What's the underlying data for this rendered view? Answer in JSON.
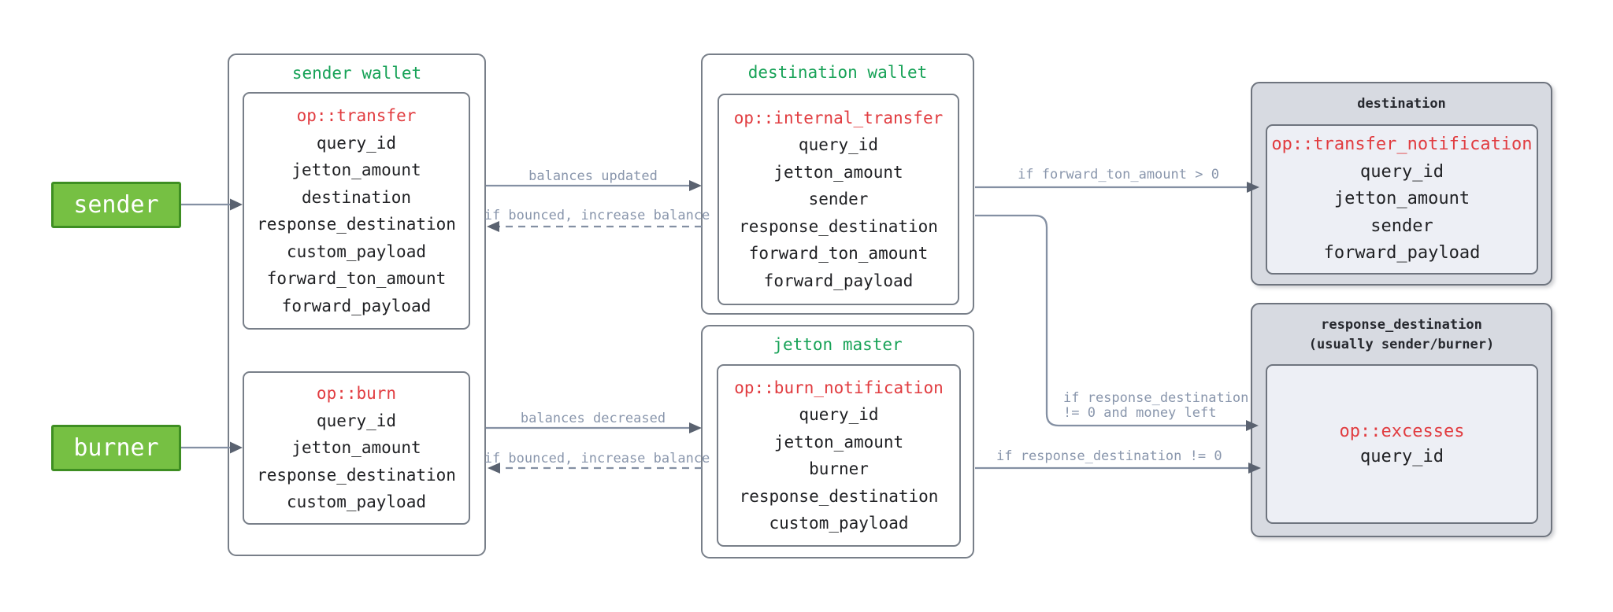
{
  "colors": {
    "background": "#ffffff",
    "green_title": "#17a257",
    "op_red": "#e13c40",
    "field_text": "#202124",
    "actor_fill": "#76c043",
    "actor_border": "#3e8e22",
    "actor_text": "#ffffff",
    "box_border": "#787f89",
    "arrow_line": "#8490a3",
    "arrow_head": "#5a6270",
    "edge_label": "#8996ac",
    "panel_fill": "#d7dae1",
    "panel_inner_fill": "#edeff5"
  },
  "actors": {
    "sender": "sender",
    "burner": "burner"
  },
  "sender_wallet": {
    "title": "sender wallet",
    "transfer": {
      "op": "op::transfer",
      "fields": [
        "query_id",
        "jetton_amount",
        "destination",
        "response_destination",
        "custom_payload",
        "forward_ton_amount",
        "forward_payload"
      ]
    },
    "burn": {
      "op": "op::burn",
      "fields": [
        "query_id",
        "jetton_amount",
        "response_destination",
        "custom_payload"
      ]
    }
  },
  "destination_wallet": {
    "title": "destination wallet",
    "internal_transfer": {
      "op": "op::internal_transfer",
      "fields": [
        "query_id",
        "jetton_amount",
        "sender",
        "response_destination",
        "forward_ton_amount",
        "forward_payload"
      ]
    }
  },
  "jetton_master": {
    "title": "jetton master",
    "burn_notification": {
      "op": "op::burn_notification",
      "fields": [
        "query_id",
        "jetton_amount",
        "burner",
        "response_destination",
        "custom_payload"
      ]
    }
  },
  "destination_panel": {
    "title": "destination",
    "transfer_notification": {
      "op": "op::transfer_notification",
      "fields": [
        "query_id",
        "jetton_amount",
        "sender",
        "forward_payload"
      ]
    }
  },
  "response_panel": {
    "title_line1": "response_destination",
    "title_line2": "(usually sender/burner)",
    "excesses": {
      "op": "op::excesses",
      "fields": [
        "query_id"
      ]
    }
  },
  "edge_labels": {
    "balances_updated": "balances updated",
    "if_bounced_top": "if bounced, increase balance",
    "balances_decreased": "balances decreased",
    "if_bounced_bottom": "if bounced, increase balance",
    "if_forward": "if forward_ton_amount > 0",
    "if_response_money_1": "if response_destination",
    "if_response_money_2": "!= 0 and money left",
    "if_response": "if response_destination != 0"
  }
}
